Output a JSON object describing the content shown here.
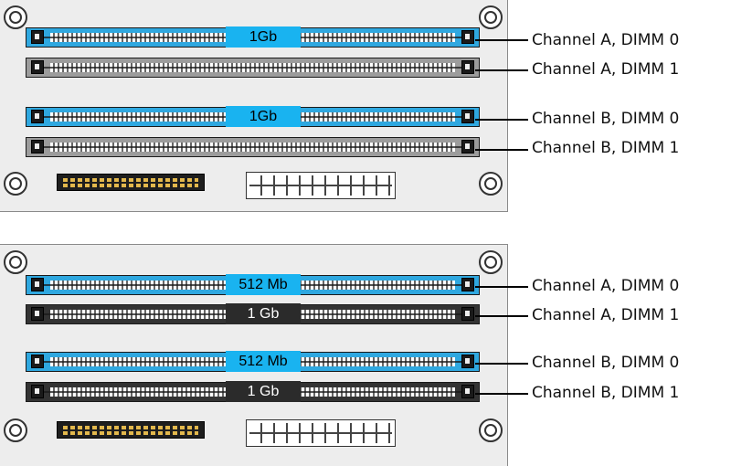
{
  "diagrams": [
    {
      "slots": [
        {
          "label": "Channel A, DIMM 0",
          "module": "1Gb"
        },
        {
          "label": "Channel A, DIMM 1",
          "module": ""
        },
        {
          "label": "Channel B, DIMM 0",
          "module": "1Gb"
        },
        {
          "label": "Channel B, DIMM 1",
          "module": ""
        }
      ]
    },
    {
      "slots": [
        {
          "label": "Channel A, DIMM 0",
          "module": "512 Mb"
        },
        {
          "label": "Channel A, DIMM 1",
          "module": "1 Gb"
        },
        {
          "label": "Channel B, DIMM 0",
          "module": "512 Mb"
        },
        {
          "label": "Channel B, DIMM 1",
          "module": "1 Gb"
        }
      ]
    }
  ],
  "colors": {
    "blue_slot": "#2fa8e0",
    "module_blue": "#19b3f0",
    "black_slot": "#333333",
    "empty_slot": "#9c9c9c",
    "board": "#ededed"
  }
}
